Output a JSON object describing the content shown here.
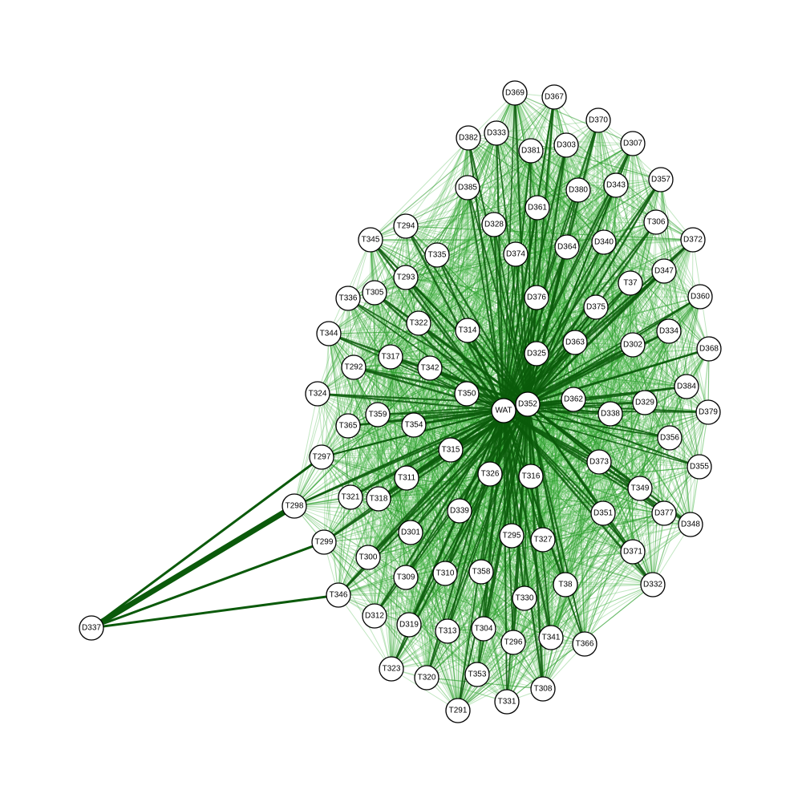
{
  "colors": {
    "background": "#ffffff",
    "edge_light": "#4cb84c",
    "edge_mid": "#2a9a2a",
    "edge_dark": "#0b5a0b",
    "node_fill": "#ffffff",
    "node_stroke": "#000000"
  },
  "graph": {
    "hub_labels": [
      "WAT",
      "D352"
    ],
    "nodes": [
      "D369",
      "D367",
      "D370",
      "D382",
      "D333",
      "D381",
      "D303",
      "D307",
      "D385",
      "D380",
      "D343",
      "D357",
      "D361",
      "D328",
      "T306",
      "D372",
      "T294",
      "T345",
      "D364",
      "D340",
      "T335",
      "D374",
      "D347",
      "T293",
      "T37",
      "T336",
      "T305",
      "D376",
      "D360",
      "D375",
      "T344",
      "T322",
      "T314",
      "D363",
      "D302",
      "D334",
      "D325",
      "D368",
      "T292",
      "T317",
      "T342",
      "D384",
      "T324",
      "T350",
      "WAT",
      "D352",
      "D362",
      "D329",
      "D338",
      "D379",
      "T359",
      "T365",
      "T354",
      "D356",
      "T315",
      "T297",
      "D373",
      "D355",
      "T326",
      "T316",
      "T311",
      "T349",
      "T321",
      "T318",
      "D339",
      "T298",
      "D351",
      "D377",
      "D348",
      "D301",
      "T295",
      "T327",
      "T299",
      "D371",
      "T300",
      "T358",
      "T310",
      "T309",
      "D332",
      "T38",
      "T346",
      "T330",
      "D312",
      "D319",
      "T313",
      "T304",
      "T341",
      "D337",
      "T296",
      "T366",
      "T323",
      "T320",
      "T353",
      "T308",
      "T331",
      "T291"
    ],
    "isolated_node": "D337",
    "isolated_links": [
      "T297",
      "T298",
      "T299",
      "T346"
    ]
  }
}
